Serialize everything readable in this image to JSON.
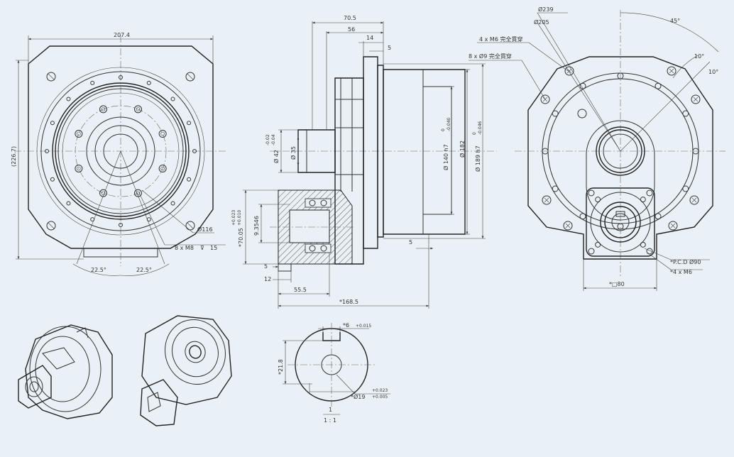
{
  "front_view": {
    "width": "207.4",
    "height": "(226.7)",
    "pcd": "Ø116",
    "bolt_spec": "8 x  M8",
    "bolt_depth": "15",
    "angle_left": "22.5°",
    "angle_right": "22.5°"
  },
  "side_view": {
    "d705": "70.5",
    "d56": "56",
    "d14": "14",
    "d5_top": "5",
    "d42": "Ø 42",
    "d42_tol_upper": "-0.02",
    "d42_tol_lower": "-0.04",
    "d35": "Ø 35",
    "d140": "Ø 140 h7",
    "d140_tol_upper": "0",
    "d140_tol_lower": "-0.040",
    "d182": "Ø 182",
    "d189": "Ø 189 h7",
    "d189_tol_upper": "0",
    "d189_tol_lower": "-0.046",
    "d5_bottom": "5",
    "d7005": "*70.05",
    "d7005_tol_upper": "+0.023",
    "d7005_tol_lower": "+0.010",
    "d93546": "9.3546",
    "d5_left": "5",
    "d12": "12",
    "d555": "55.5",
    "d1685": "*168.5"
  },
  "rear_view": {
    "d239": "Ø239",
    "d205": "Ø205",
    "hole_spec_m6": "4 x  M6 完全貫穿",
    "hole_spec_9": "8 x  Ø9 完全貫穿",
    "angle_45": "45°",
    "angle_10a": "10°",
    "angle_10b": "10°",
    "pcd90": "*P.C.D  Ø90",
    "m6_spec": "*4 x  M6",
    "square80": "*□80"
  },
  "detail_view": {
    "key_width": "*6",
    "key_width_tol": "+0.015",
    "key_height": "*21.8",
    "bore": "*Ø19",
    "bore_tol_upper": "+0.023",
    "bore_tol_lower": "+0.005",
    "scale_num": "1",
    "scale_den": "1 : 1"
  }
}
